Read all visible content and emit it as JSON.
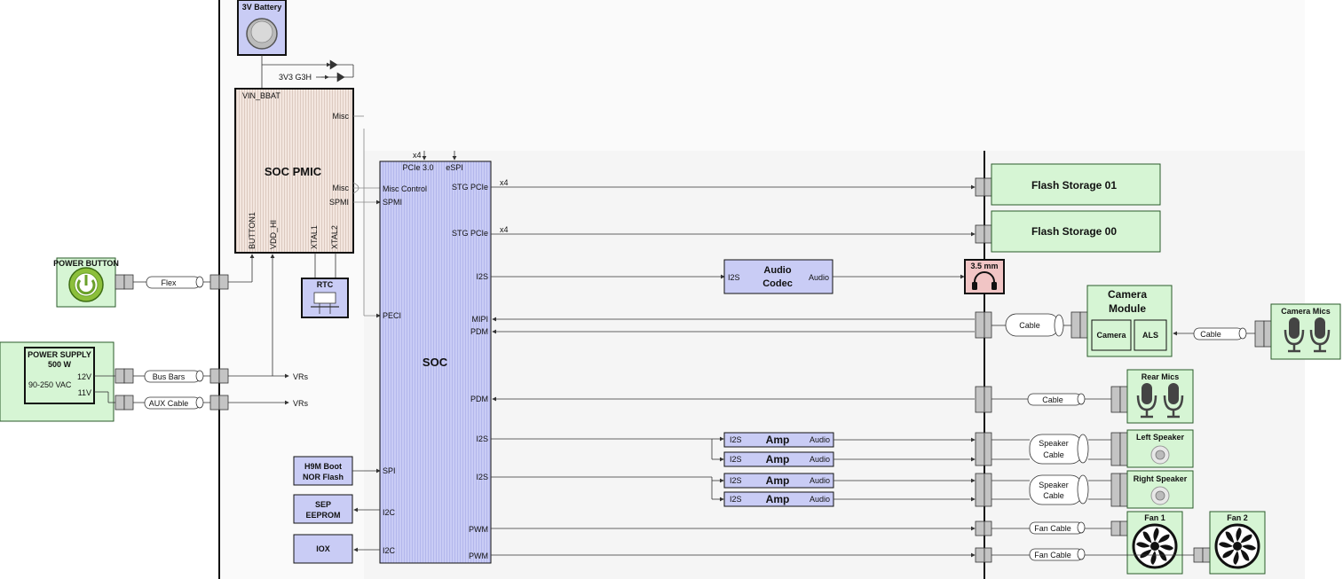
{
  "battery": {
    "label": "3V Battery"
  },
  "rail_3v3": "3V3 G3H",
  "pmic": {
    "title": "SOC PMIC",
    "vin": "VIN_BBAT",
    "misc_top": "Misc",
    "misc": "Misc",
    "spmi": "SPMI",
    "pins": [
      "BUTTON1",
      "VDD_HI",
      "XTAL1",
      "XTAL2"
    ]
  },
  "rtc": {
    "label": "RTC"
  },
  "power_button": {
    "label": "POWER BUTTON",
    "cable": "Flex"
  },
  "power_supply": {
    "title": "POWER SUPPLY",
    "watts": "500 W",
    "vac": "90-250 VAC",
    "rail12": "12V",
    "rail11": "11V",
    "cable_bus": "Bus Bars",
    "cable_aux": "AUX Cable",
    "vrs1": "VRs",
    "vrs2": "VRs"
  },
  "soc": {
    "title": "SOC",
    "top_x4": "x4",
    "pcie_top": "PCIe 3.0",
    "espi": "eSPI",
    "left": [
      "Misc Control",
      "SPMI",
      "PECI",
      "SPI",
      "I2C",
      "I2C"
    ],
    "right": [
      "STG PCIe",
      "STG PCIe",
      "I2S",
      "MIPI",
      "PDM",
      "PDM",
      "I2S",
      "I2S",
      "PWM",
      "PWM"
    ]
  },
  "h9m": {
    "line1": "H9M Boot",
    "line2": "NOR Flash"
  },
  "sep": {
    "line1": "SEP",
    "line2": "EEPROM"
  },
  "iox": {
    "label": "IOX"
  },
  "lane_labels": [
    "x4",
    "x4"
  ],
  "flash": [
    "Flash Storage 01",
    "Flash Storage 00"
  ],
  "audio_codec": {
    "line1": "Audio",
    "line2": "Codec",
    "in": "I2S",
    "out": "Audio"
  },
  "jack": {
    "label": "3.5 mm"
  },
  "camera_module": {
    "line1": "Camera",
    "line2": "Module",
    "camera": "Camera",
    "als": "ALS"
  },
  "camera_mics": {
    "label": "Camera Mics"
  },
  "rear_mics": {
    "label": "Rear Mics"
  },
  "cables": {
    "camera": "Cable",
    "camera_mics": "Cable",
    "rear": "Cable",
    "speaker1_l1": "Speaker",
    "speaker1_l2": "Cable",
    "speaker2_l1": "Speaker",
    "speaker2_l2": "Cable",
    "fan1": "Fan Cable",
    "fan2": "Fan Cable"
  },
  "amps": [
    {
      "in": "I2S",
      "name": "Amp",
      "out": "Audio"
    },
    {
      "in": "I2S",
      "name": "Amp",
      "out": "Audio"
    },
    {
      "in": "I2S",
      "name": "Amp",
      "out": "Audio"
    },
    {
      "in": "I2S",
      "name": "Amp",
      "out": "Audio"
    }
  ],
  "left_speaker": {
    "label": "Left Speaker"
  },
  "right_speaker": {
    "label": "Right Speaker"
  },
  "fan1": {
    "label": "Fan 1"
  },
  "fan2": {
    "label": "Fan 2"
  },
  "colors": {
    "blue": "#c9ccf5",
    "green": "#d6f5d4",
    "pmic": "#f3e6df",
    "jack": "#f1c5c5"
  }
}
